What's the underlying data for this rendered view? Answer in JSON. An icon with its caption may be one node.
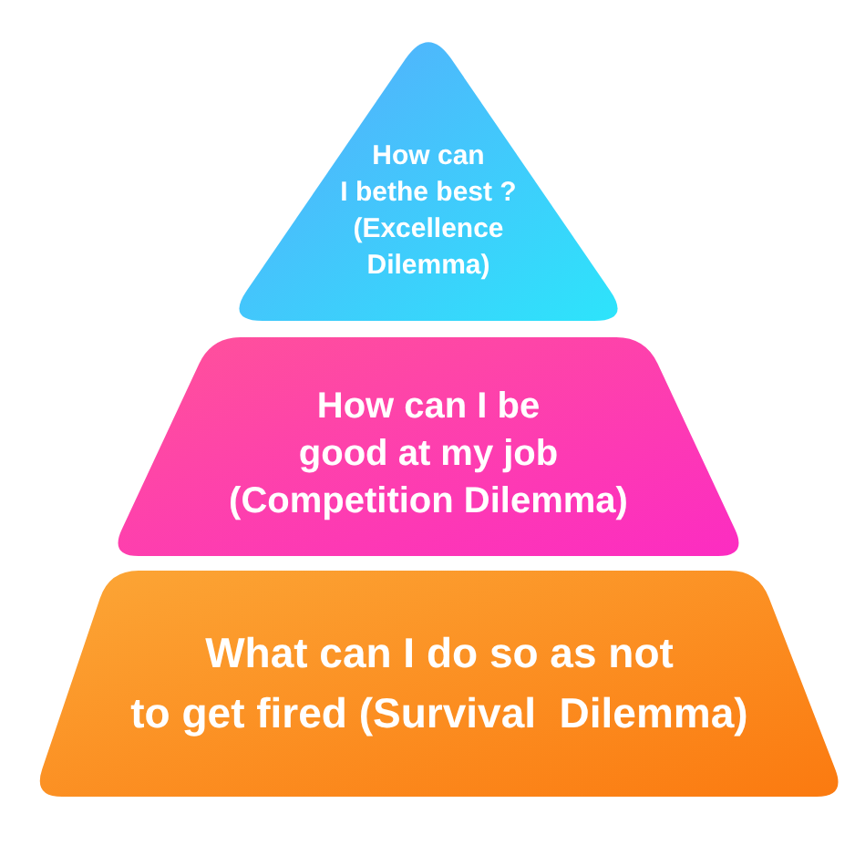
{
  "diagram": {
    "nodes": [
      {
        "text": [
          "How can I bethe best ? (Excellence Dilemma)"
        ]
      },
      {
        "text": [
          "How can I be good at my job (Competition Dilemma)"
        ]
      },
      {
        "text": [
          "What can I do so as not to get fired (Survival  Dilemma)"
        ]
      }
    ]
  }
}
